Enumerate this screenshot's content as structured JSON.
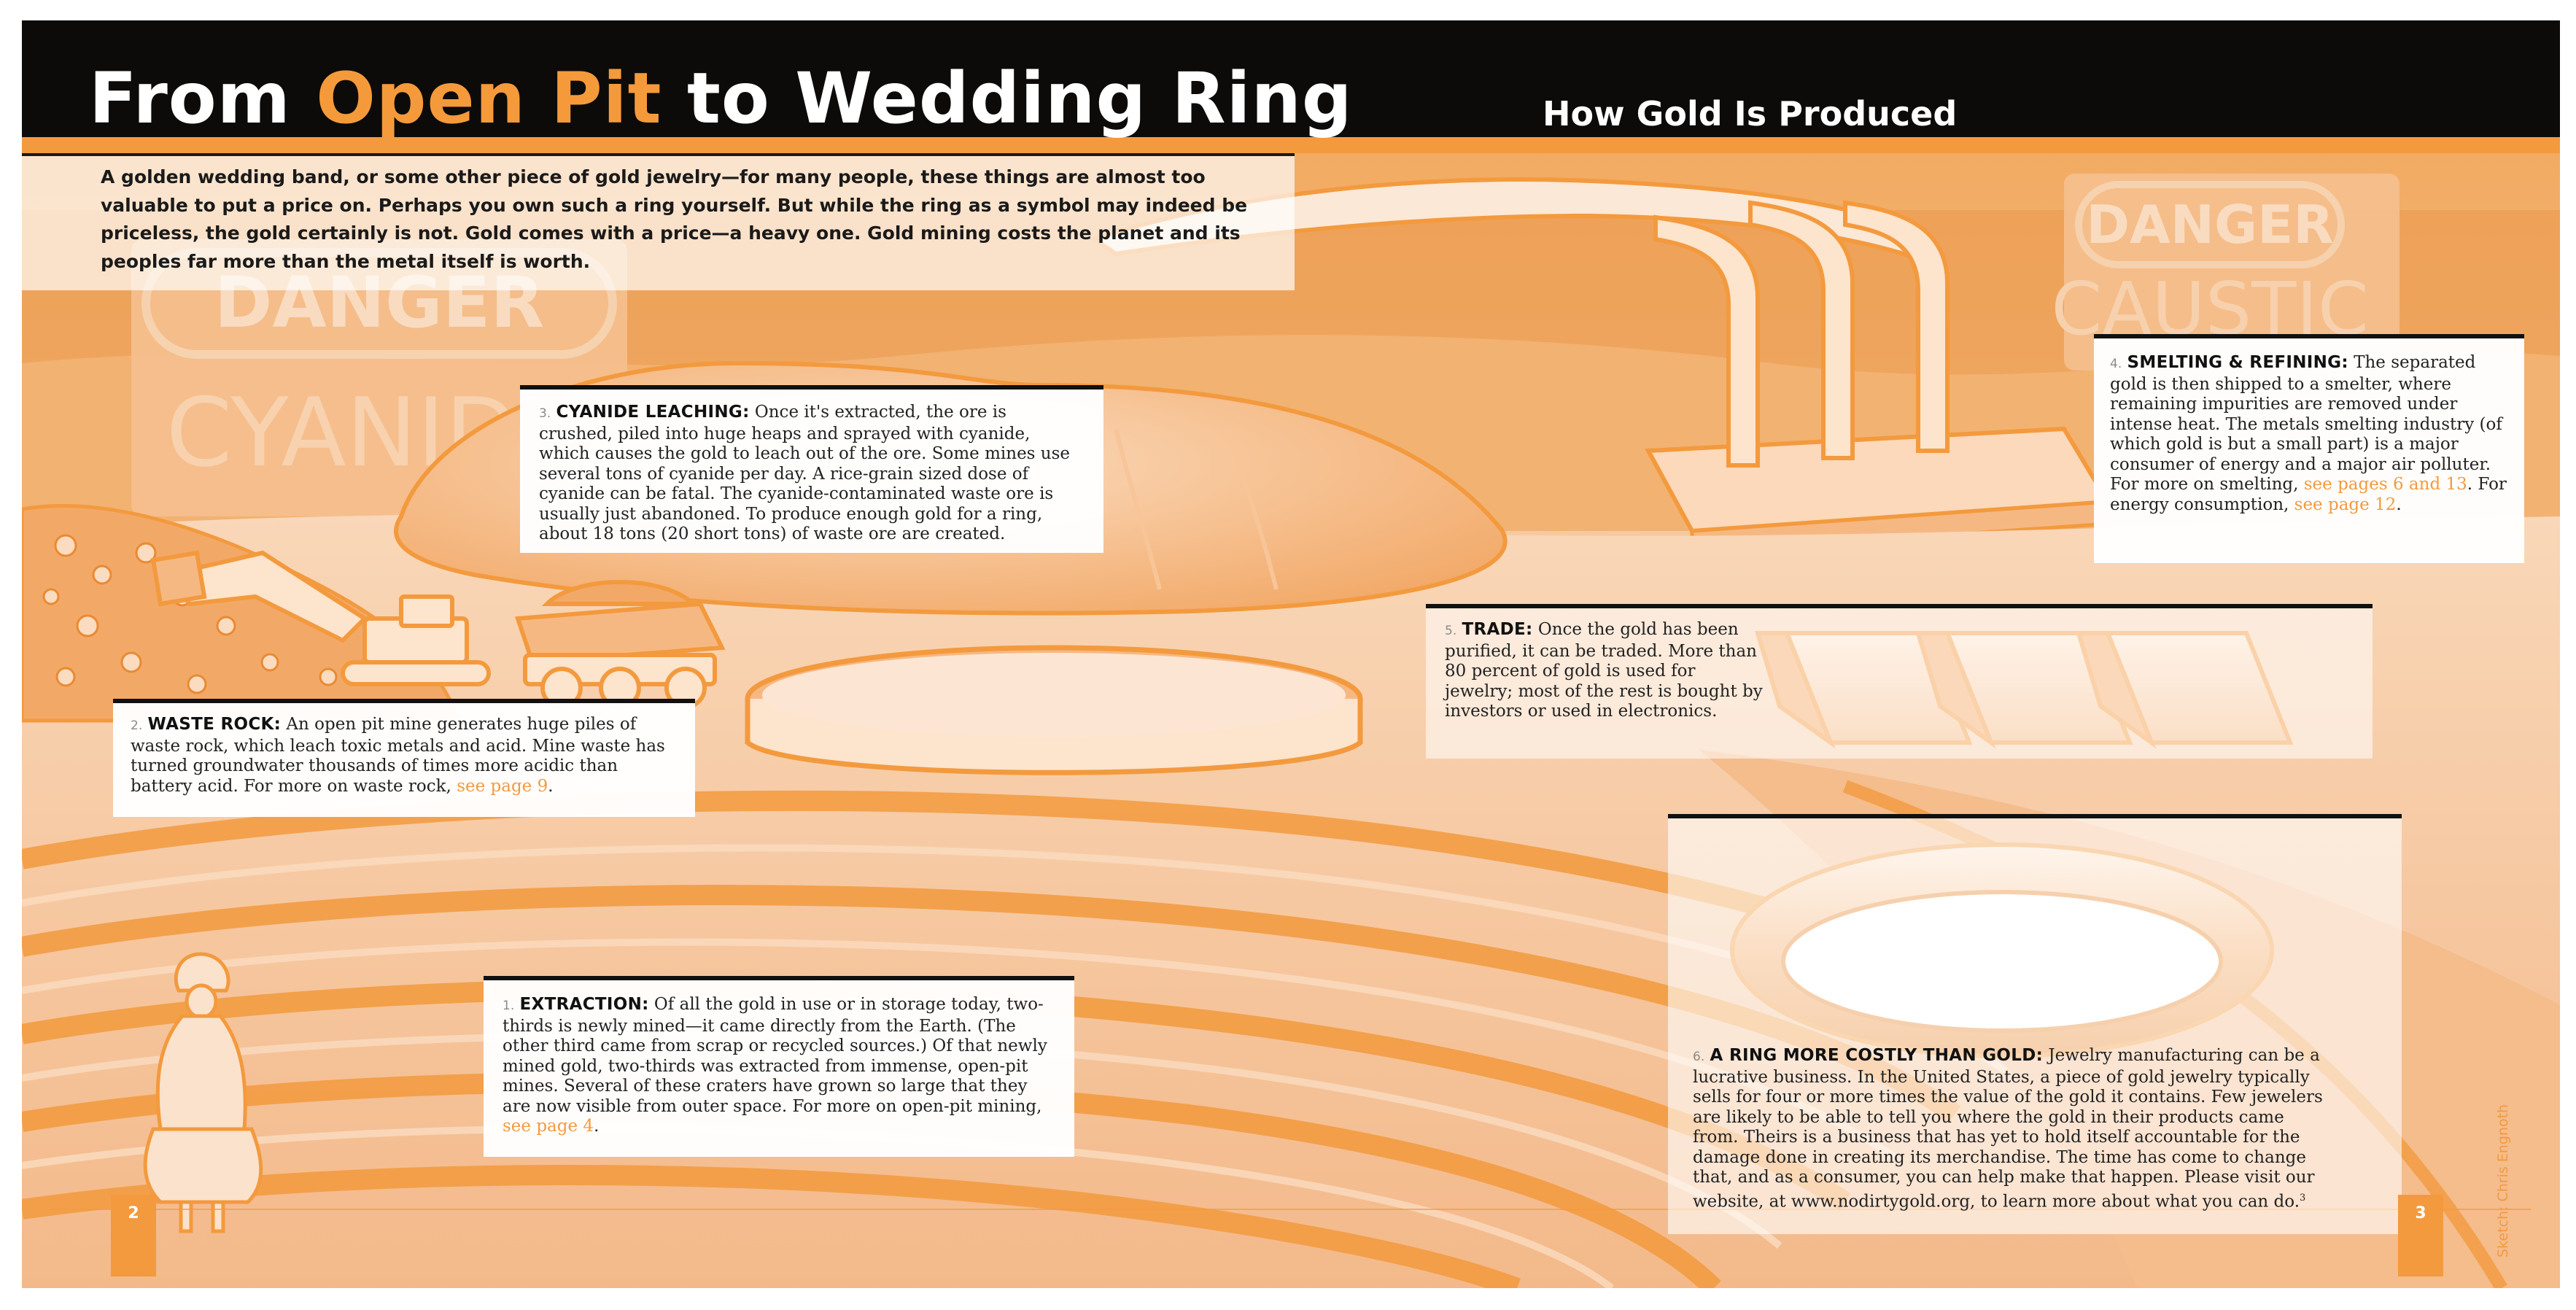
{
  "header": {
    "title_part1": "From ",
    "title_highlight": "Open Pit",
    "title_part2": " to Wedding Ring",
    "subtitle": "How Gold Is Produced"
  },
  "intro": "A golden wedding band, or some other piece of gold jewelry—for many people, these things are almost too valuable to put a price on. Perhaps you own such a ring yourself. But while the ring as a symbol may indeed be priceless, the gold certainly is not. Gold comes with a price—a heavy one. Gold mining costs the planet and its peoples far more than the metal itself is worth.",
  "background_signs": [
    "DANGER",
    "CYANIDE",
    "DANGER",
    "CAUSTIC"
  ],
  "steps": [
    {
      "number": "1.",
      "heading": "EXTRACTION:",
      "body": " Of all the gold in use or in storage today, two-thirds is newly mined—it came directly from the Earth. (The other third came from scrap or recycled sources.) Of that newly mined gold, two-thirds was extracted from immense, open-pit mines. Several of these craters have grown so large that they are now visible from outer space. For more on open-pit mining, ",
      "link": "see page 4",
      "after": "."
    },
    {
      "number": "2.",
      "heading": "WASTE ROCK:",
      "body": " An open pit mine generates huge piles of waste rock, which leach toxic metals and acid. Mine waste has turned groundwater thousands of times more acidic than battery acid. For more on waste rock, ",
      "link": "see page 9",
      "after": "."
    },
    {
      "number": "3.",
      "heading": "CYANIDE LEACHING:",
      "body": " Once it's extracted, the ore is crushed, piled into huge heaps and sprayed with cyanide, which causes the gold to leach out of the ore. Some mines use several tons of cyanide per day. A rice-grain sized dose of cyanide can be fatal. The cyanide-contaminated waste ore is usually just abandoned. To produce enough gold for a ring, about 18 tons (20 short tons) of waste ore are created."
    },
    {
      "number": "4.",
      "heading": "SMELTING & REFINING:",
      "body": " The separated gold is then shipped to a smelter, where remaining impurities are removed under intense heat. The metals smelting industry (of which gold is but a small part) is a major consumer of energy and a major air polluter. For more on smelting, ",
      "link": "see pages 6 and 13",
      "mid": ". For energy consumption, ",
      "link2": "see page 12",
      "after": "."
    },
    {
      "number": "5.",
      "heading": "TRADE:",
      "body": " Once the gold has been purified, it can be traded. More than 80 percent of gold is used for jewelry; most of the rest is bought by investors or used in electronics."
    },
    {
      "number": "6.",
      "heading": "A RING MORE COSTLY THAN GOLD:",
      "body": " Jewelry manufacturing can be a lucrative business. In the United States, a piece of gold jewelry typically sells for four or more times the value of the gold it contains. Few jewelers are likely to be able to tell you where the gold in their products came from. Theirs is a business that has yet to hold itself accountable for the damage done in creating its merchandise. The time has come to change that, and as a consumer, you can help make that happen. Please visit our website, at www.nodirtygold.org, to learn more about what you can do.",
      "footnote": "3"
    }
  ],
  "page_numbers": {
    "left": "2",
    "right": "3"
  },
  "credit": "Sketch: Chris Engnoth",
  "colors": {
    "accent": "#f39a3e",
    "header_bg": "#0d0b0a",
    "illustration_base": "#f6c9a0"
  }
}
